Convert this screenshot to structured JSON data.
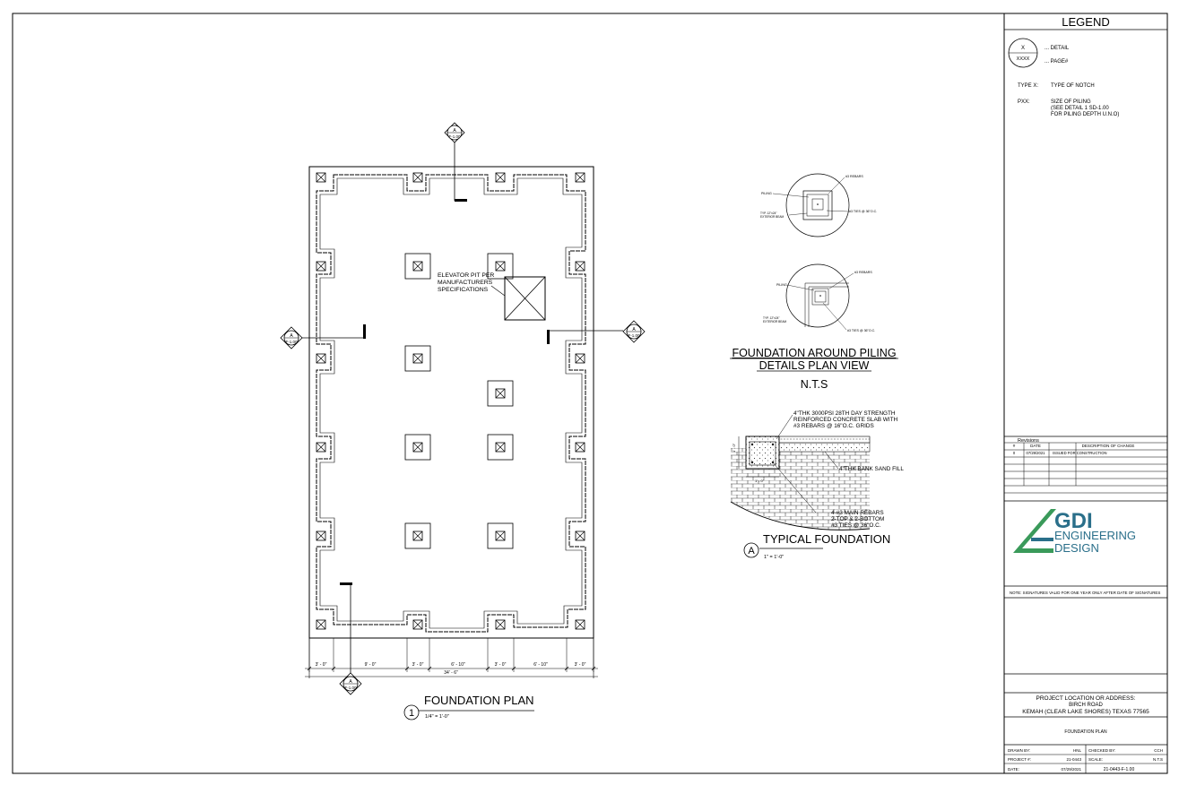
{
  "legend": {
    "title": "LEGEND",
    "symbol_top": "X",
    "symbol_bottom": "XXXX",
    "detail_label": "... DETAIL",
    "page_label": "... PAGE#",
    "type_key": "TYPE X:",
    "type_desc": "TYPE OF NOTCH",
    "pxx_key": "PXX:",
    "pxx_desc": [
      "SIZE OF PILING",
      "(SEE DETAIL 1 SD-1.00",
      "FOR PILING DEPTH U.N.O)"
    ]
  },
  "revisions": {
    "title": "Revisions",
    "headers": [
      "#",
      "DATE",
      "DESCRIPTION OF CHANGE"
    ],
    "rows": [
      {
        "num": "0",
        "date": "07/29/2021",
        "desc": "ISSUED FOR CONSTRUCTION"
      }
    ]
  },
  "logo": {
    "line1": "GDI",
    "line2": "ENGINEERING",
    "line3": "DESIGN",
    "color": "#2a6f8a",
    "accent": "#3a9a5a"
  },
  "note": "NOTE:  SIGNATURES VALID FOR ONE YEAR ONLY AFTER DATE OF SIGNATURES",
  "project": {
    "label": "PROJECT LOCATION OR ADDRESS:",
    "line1": "BIRCH ROAD",
    "line2": "KEMAH (CLEAR LAKE SHORES) TEXAS 77565",
    "sheet_title": "FOUNDATION PLAN"
  },
  "titleblock": {
    "drawn_by_label": "DRAWN BY:",
    "drawn_by": "HNL",
    "checked_by_label": "CHECKED BY:",
    "checked_by": "CCH",
    "project_no_label": "PROJECT #:",
    "project_no": "21-0443",
    "scale_label": "SCALE:",
    "scale": "N.T.S",
    "date_label": "DATE:",
    "date": "07/29/2021",
    "sheet_no": "21-0443-F-1.00"
  },
  "plan": {
    "title": "FOUNDATION PLAN",
    "number": "1",
    "scale": "1/4\" = 1'-0\"",
    "elevator_note": [
      "ELEVATOR PIT PER",
      "MANUFACTURERS",
      "SPECIFICATIONS"
    ],
    "dims": [
      "3' - 0\"",
      "9' - 0\"",
      "3' - 0\"",
      "6' - 10\"",
      "3' - 0\"",
      "6' - 10\"",
      "3' - 0\""
    ],
    "overall_dim": "34' - 6\"",
    "section_letter": "A",
    "section_page": "F-1.00"
  },
  "piling_details": {
    "title_line1": "FOUNDATION AROUND PILING",
    "title_line2": "DETAILS PLAN VIEW",
    "nts": "N.T.S",
    "d1_rebars": "#3 REBARS",
    "d1_piling": "PILING",
    "d1_beam": [
      "TYP. 12\"x24\"",
      "EXTERIOR BEAM"
    ],
    "d1_ties": "#3 TIES @ 36\"O.C.",
    "d2_rebars": "#3 REBARS",
    "d2_piling": "PILING",
    "d2_beam": [
      "TYP. 12\"x24\"",
      "EXTERIOR BEAM"
    ],
    "d2_ties": "#3 TIES @ 36\"O.C."
  },
  "typical_foundation": {
    "title": "TYPICAL FOUNDATION",
    "letter": "A",
    "scale": "1\" = 1'-0\"",
    "slab_note": [
      "4\"THK 3000PSI 28TH DAY STRENGTH",
      "REINFORCED CONCRETE SLAB WITH",
      "#3 REBARS @ 16\"O.C. GRIDS"
    ],
    "sand_note": "4\"THK BANK SAND FILL",
    "rebar_note": [
      "4-#3 MAIN REBARS",
      "2-TOP & 2-BOTTOM",
      "#3 TIES @ 36\"O.C."
    ],
    "dim_depth": "1' - 0\"",
    "dim_width": "1' - 0\""
  }
}
